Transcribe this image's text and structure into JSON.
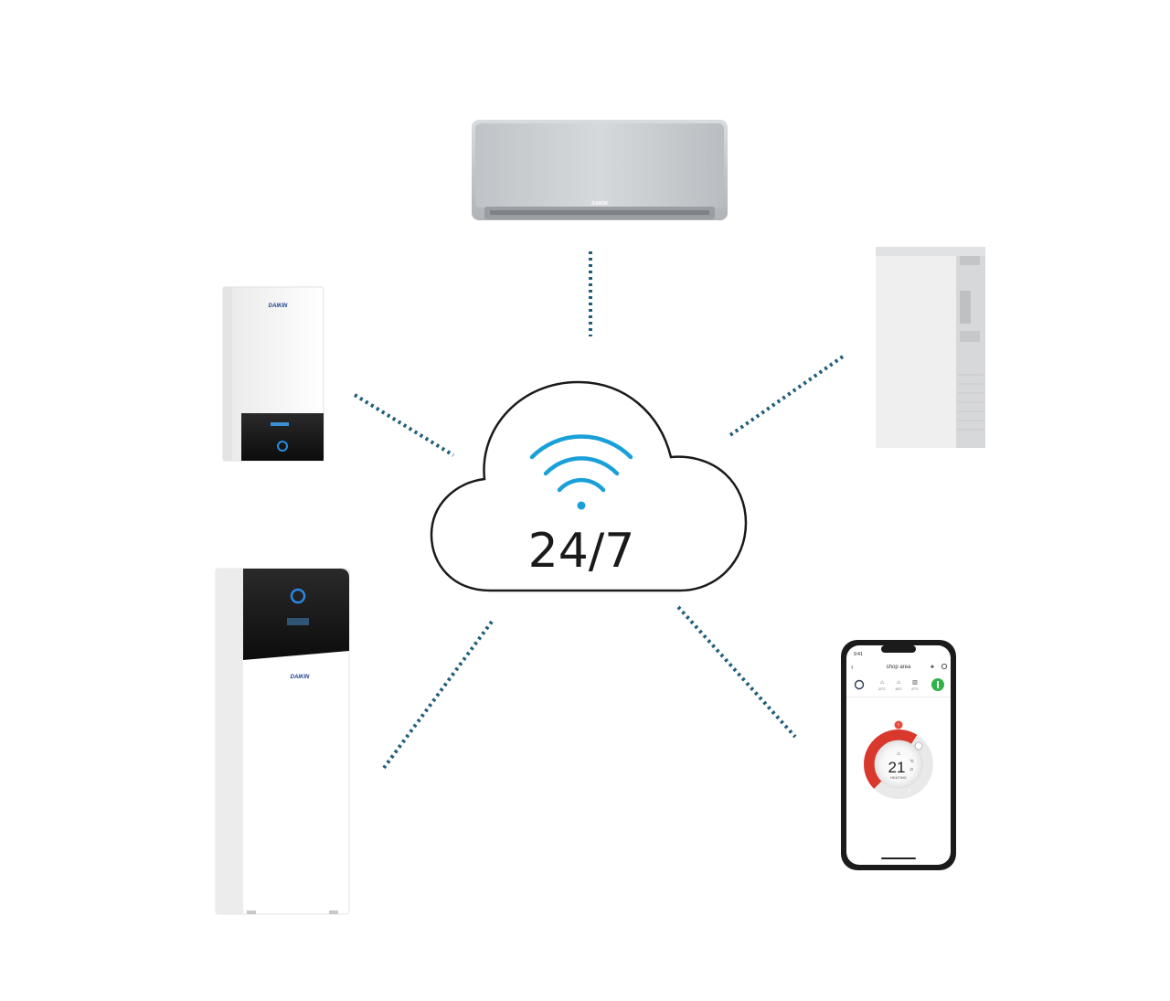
{
  "cloud": {
    "label": "24/7",
    "stroke_color": "#1a1a1a",
    "wifi_color": "#1aa0d8",
    "icon": "wifi-icon"
  },
  "connector_color": "#1f5f7a",
  "brand": {
    "text": "DAIKIN"
  },
  "devices": [
    {
      "id": "wall-ac",
      "icon": "air-conditioner-icon"
    },
    {
      "id": "air-purifier",
      "icon": "air-purifier-icon"
    },
    {
      "id": "wall-boiler",
      "icon": "wall-heat-pump-icon"
    },
    {
      "id": "floor-unit",
      "icon": "floor-heat-pump-icon"
    },
    {
      "id": "smartphone",
      "icon": "smartphone-icon"
    }
  ],
  "phone": {
    "time": "9:41",
    "header_title": "shop area",
    "back_icon": "chevron-left-icon",
    "zones": [
      {
        "icon": "home-icon",
        "temp": "21°C"
      },
      {
        "icon": "home-icon",
        "temp": "15°C"
      },
      {
        "icon": "building-icon",
        "temp": "27°C"
      }
    ],
    "power_badge_color": "#2fb24a",
    "alert_badge_color": "#e84a3c",
    "dial": {
      "setpoint": "21",
      "unit": "°C",
      "decimal": ",0",
      "mode": "HEATING",
      "minus_label": "−",
      "plus_label": "+",
      "accent": "#d9382c",
      "fill_fraction": 0.62
    }
  }
}
